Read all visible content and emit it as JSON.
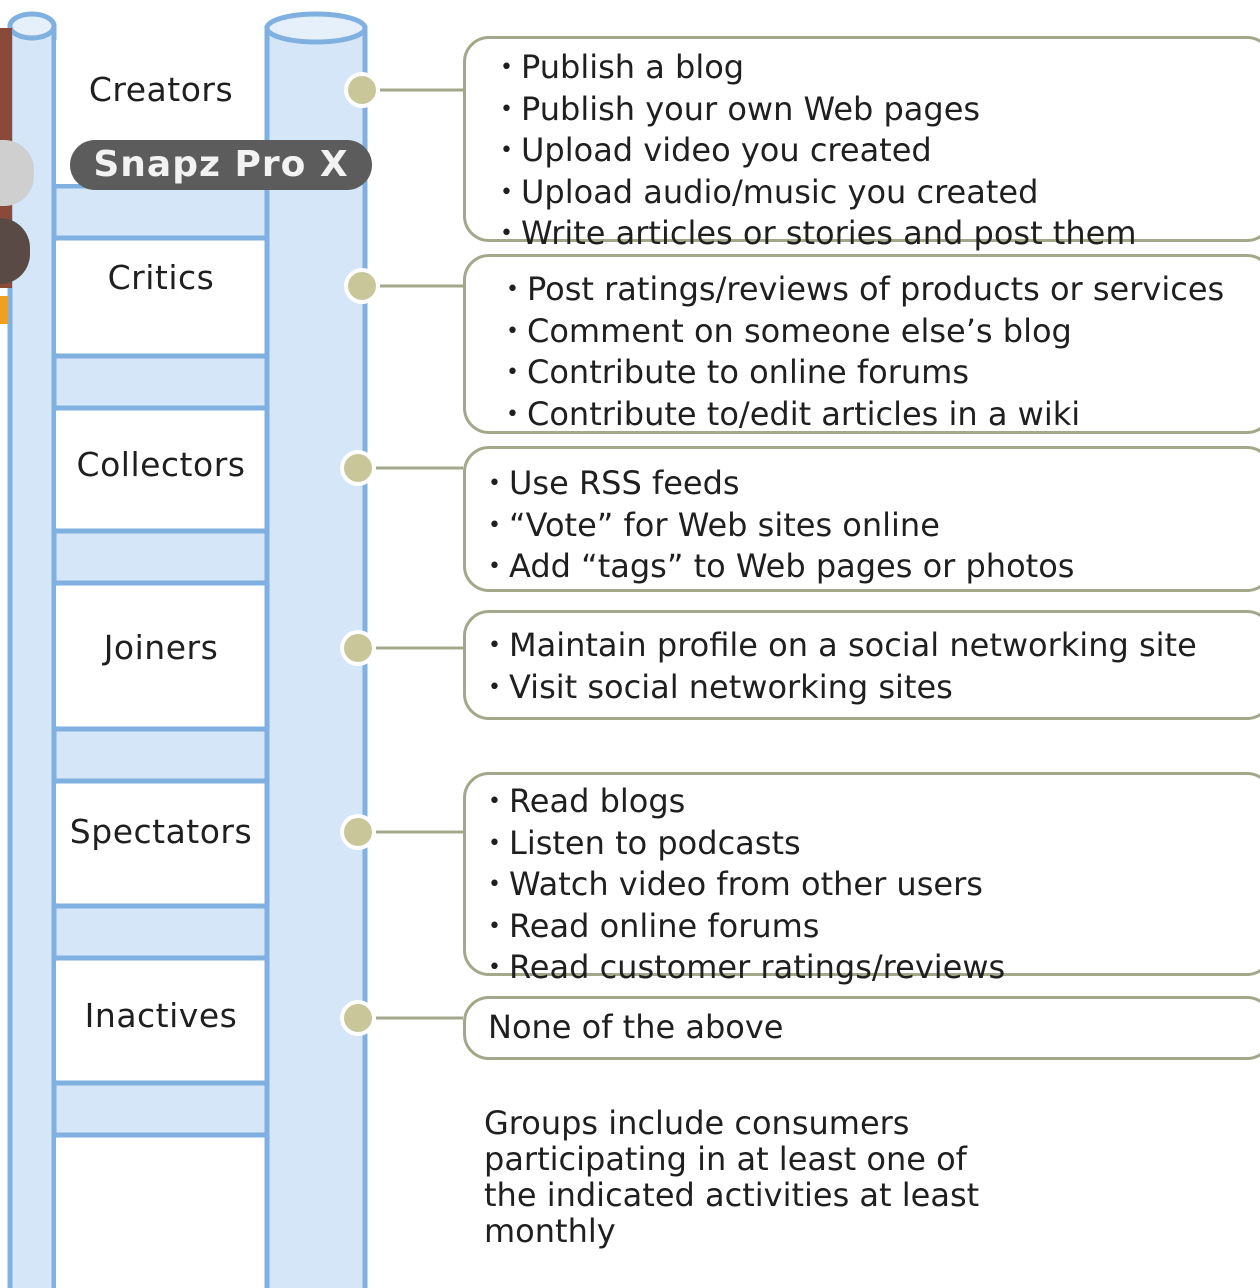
{
  "groups": [
    {
      "label": "Creators",
      "activities": [
        "Publish a blog",
        "Publish your own Web pages",
        "Upload video you created",
        "Upload audio/music you created",
        "Write articles or stories and post them"
      ]
    },
    {
      "label": "Critics",
      "activities": [
        "Post ratings/reviews of products or services",
        "Comment on someone else’s blog",
        "Contribute to online forums",
        "Contribute to/edit articles in a wiki"
      ]
    },
    {
      "label": "Collectors",
      "activities": [
        "Use RSS feeds",
        "“Vote” for Web sites online",
        "Add “tags” to Web pages or photos"
      ]
    },
    {
      "label": "Joiners",
      "activities": [
        "Maintain profile on a social networking site",
        "Visit social networking sites"
      ]
    },
    {
      "label": "Spectators",
      "activities": [
        "Read blogs",
        "Listen to podcasts",
        "Watch video from other users",
        "Read online forums",
        "Read customer ratings/reviews"
      ]
    },
    {
      "label": "Inactives",
      "description": "None of the above"
    }
  ],
  "note": "Groups include consumers participating in at least one of the indicated activities at least monthly",
  "overlay_badge": "Snapz Pro X",
  "colors": {
    "ladder_fill": "#d4e6f7",
    "ladder_stroke": "#7fb0e0",
    "connector": "#a3a88a",
    "node_fill": "#c9c79a",
    "box_border": "#a3a88a"
  }
}
